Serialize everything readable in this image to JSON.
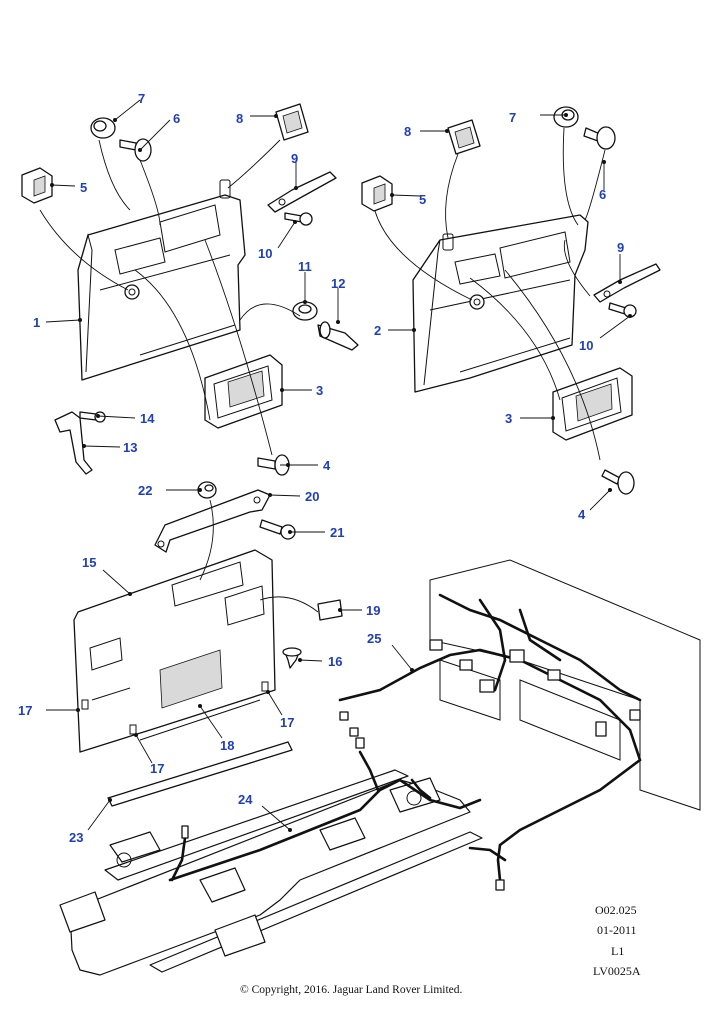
{
  "diagram": {
    "callouts": {
      "c1": "1",
      "c2": "2",
      "c3a": "3",
      "c3b": "3",
      "c4a": "4",
      "c4b": "4",
      "c5a": "5",
      "c5b": "5",
      "c6a": "6",
      "c6b": "6",
      "c7a": "7",
      "c7b": "7",
      "c8a": "8",
      "c8b": "8",
      "c9a": "9",
      "c9b": "9",
      "c10a": "10",
      "c10b": "10",
      "c11": "11",
      "c12": "12",
      "c13": "13",
      "c14": "14",
      "c15": "15",
      "c16": "16",
      "c17a": "17",
      "c17b": "17",
      "c17c": "17",
      "c18": "18",
      "c19": "19",
      "c20": "20",
      "c21": "21",
      "c22": "22",
      "c23": "23",
      "c24": "24",
      "c25": "25"
    },
    "meta": {
      "ref1": "O02.025",
      "ref2": "01-2011",
      "ref3": "L1",
      "ref4": "LV0025A"
    },
    "copyright": "© Copyright, 2016. Jaguar Land Rover Limited."
  },
  "colors": {
    "callout": "#1f3fbf",
    "line": "#111111",
    "background": "#ffffff"
  }
}
